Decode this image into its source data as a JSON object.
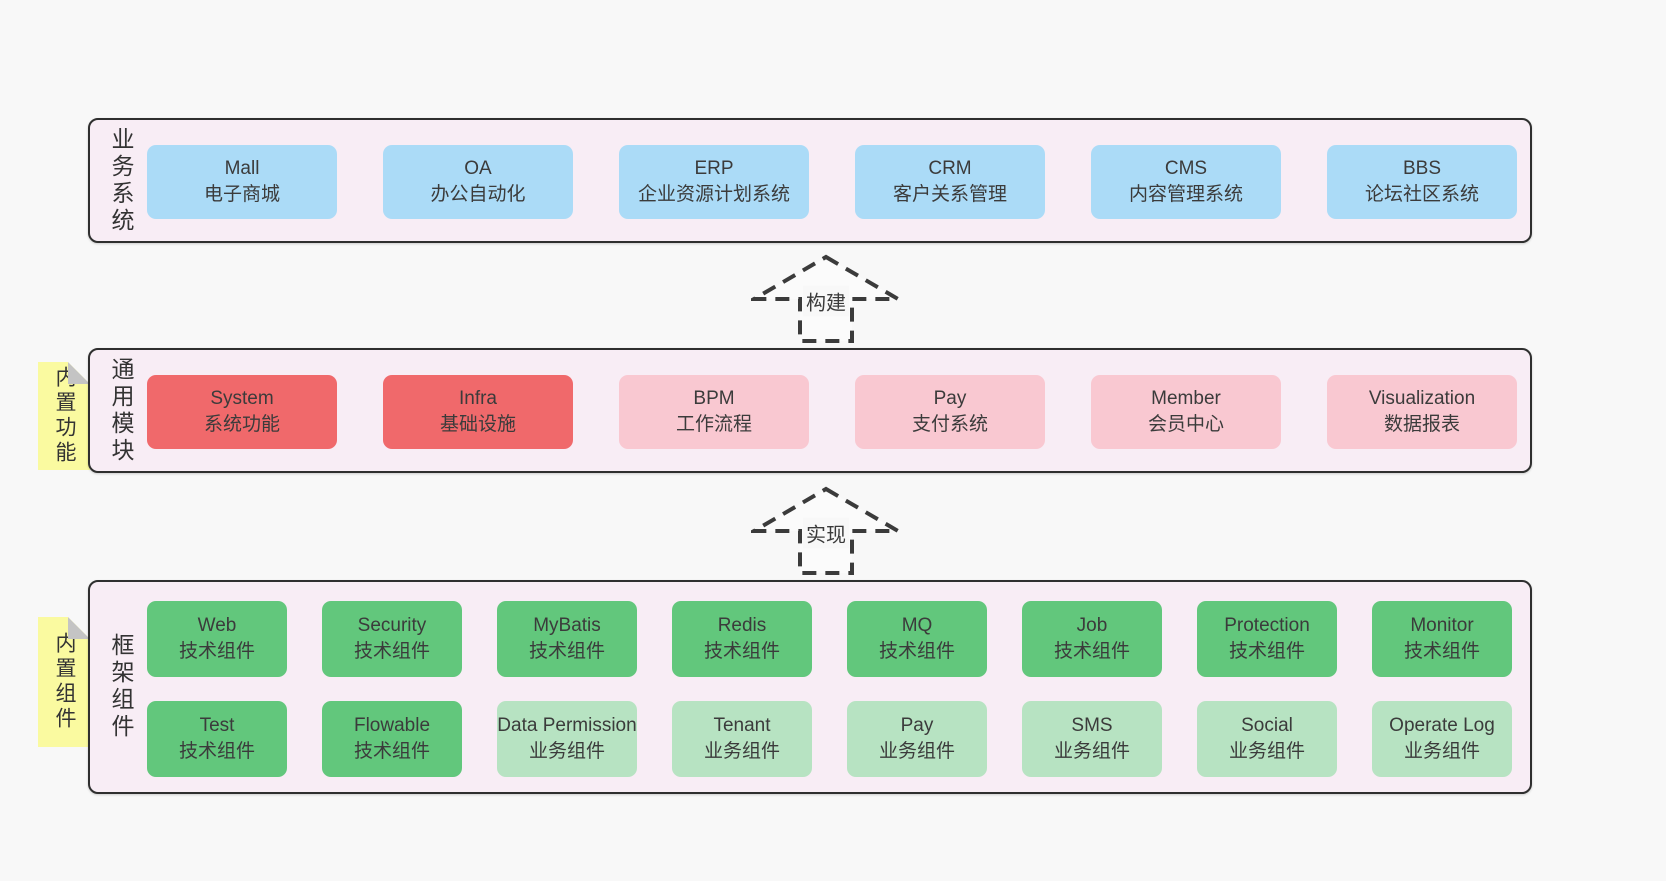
{
  "colors": {
    "page_bg": "#f8f8f8",
    "container_bg": "#f8edf5",
    "container_border": "#2f2f2f",
    "blue_box": "#abdbf7",
    "red_box": "#f0696b",
    "pink_box": "#f9c8d1",
    "green_box": "#62c77c",
    "light_green_box": "#b7e3c2",
    "note_bg": "#fafaa0",
    "note_fold": "#c4c4c4",
    "text": "#3b3b3b"
  },
  "arrows": [
    {
      "label": "构建"
    },
    {
      "label": "实现"
    }
  ],
  "layers": [
    {
      "label": "业务系统",
      "boxes": [
        {
          "name": "Mall",
          "desc": "电子商城",
          "type": "blue"
        },
        {
          "name": "OA",
          "desc": "办公自动化",
          "type": "blue"
        },
        {
          "name": "ERP",
          "desc": "企业资源计划系统",
          "type": "blue"
        },
        {
          "name": "CRM",
          "desc": "客户关系管理",
          "type": "blue"
        },
        {
          "name": "CMS",
          "desc": "内容管理系统",
          "type": "blue"
        },
        {
          "name": "BBS",
          "desc": "论坛社区系统",
          "type": "blue"
        }
      ]
    },
    {
      "label": "通用模块",
      "note": "内置功能",
      "boxes": [
        {
          "name": "System",
          "desc": "系统功能",
          "type": "red"
        },
        {
          "name": "Infra",
          "desc": "基础设施",
          "type": "red"
        },
        {
          "name": "BPM",
          "desc": "工作流程",
          "type": "pink"
        },
        {
          "name": "Pay",
          "desc": "支付系统",
          "type": "pink"
        },
        {
          "name": "Member",
          "desc": "会员中心",
          "type": "pink"
        },
        {
          "name": "Visualization",
          "desc": "数据报表",
          "type": "pink"
        }
      ]
    },
    {
      "label": "框架组件",
      "note": "内置组件",
      "rows": [
        [
          {
            "name": "Web",
            "desc": "技术组件",
            "type": "green"
          },
          {
            "name": "Security",
            "desc": "技术组件",
            "type": "green"
          },
          {
            "name": "MyBatis",
            "desc": "技术组件",
            "type": "green"
          },
          {
            "name": "Redis",
            "desc": "技术组件",
            "type": "green"
          },
          {
            "name": "MQ",
            "desc": "技术组件",
            "type": "green"
          },
          {
            "name": "Job",
            "desc": "技术组件",
            "type": "green"
          },
          {
            "name": "Protection",
            "desc": "技术组件",
            "type": "green"
          },
          {
            "name": "Monitor",
            "desc": "技术组件",
            "type": "green"
          }
        ],
        [
          {
            "name": "Test",
            "desc": "技术组件",
            "type": "green"
          },
          {
            "name": "Flowable",
            "desc": "技术组件",
            "type": "green"
          },
          {
            "name": "Data Permission",
            "desc": "业务组件",
            "type": "light-green"
          },
          {
            "name": "Tenant",
            "desc": "业务组件",
            "type": "light-green"
          },
          {
            "name": "Pay",
            "desc": "业务组件",
            "type": "light-green"
          },
          {
            "name": "SMS",
            "desc": "业务组件",
            "type": "light-green"
          },
          {
            "name": "Social",
            "desc": "业务组件",
            "type": "light-green"
          },
          {
            "name": "Operate Log",
            "desc": "业务组件",
            "type": "light-green"
          }
        ]
      ]
    }
  ]
}
